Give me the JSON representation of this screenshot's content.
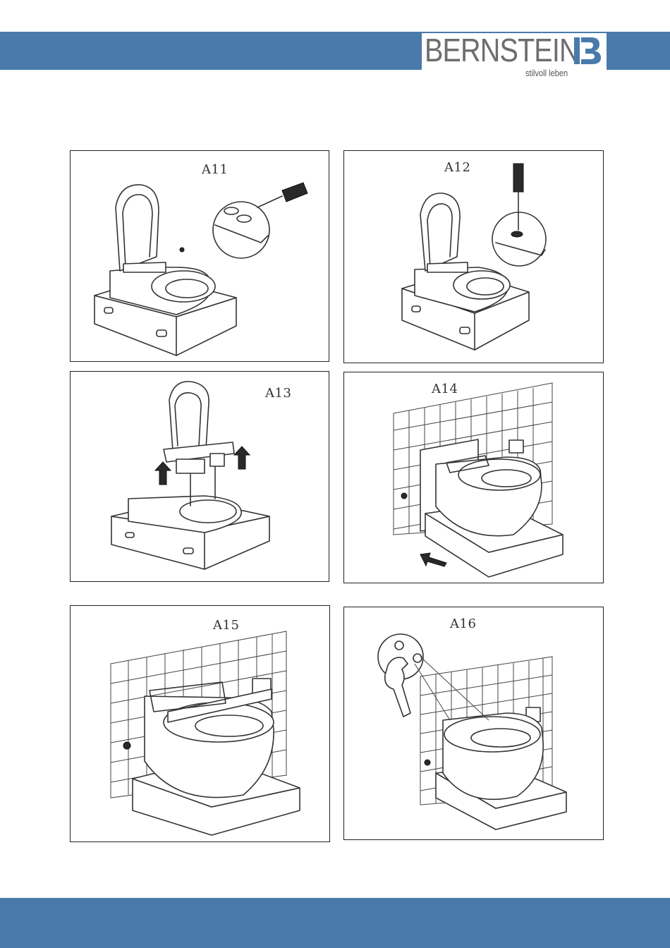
{
  "header": {
    "brand_name": "BERNSTEIN",
    "brand_tagline": "stilvoll leben",
    "band_color": "#4a7aab",
    "brand_color": "#6d6e71"
  },
  "steps": [
    {
      "label": "A11",
      "icon": "screwdriver-loosen-seat-screws"
    },
    {
      "label": "A12",
      "icon": "screwdriver-remove-screws"
    },
    {
      "label": "A13",
      "icon": "lift-off-seat-unit"
    },
    {
      "label": "A14",
      "icon": "slide-bowl-onto-wall-bolts"
    },
    {
      "label": "A15",
      "icon": "bowl-mounted-to-wall"
    },
    {
      "label": "A16",
      "icon": "wrench-tighten-nuts"
    }
  ],
  "footer": {
    "band_color": "#4a7aab"
  }
}
